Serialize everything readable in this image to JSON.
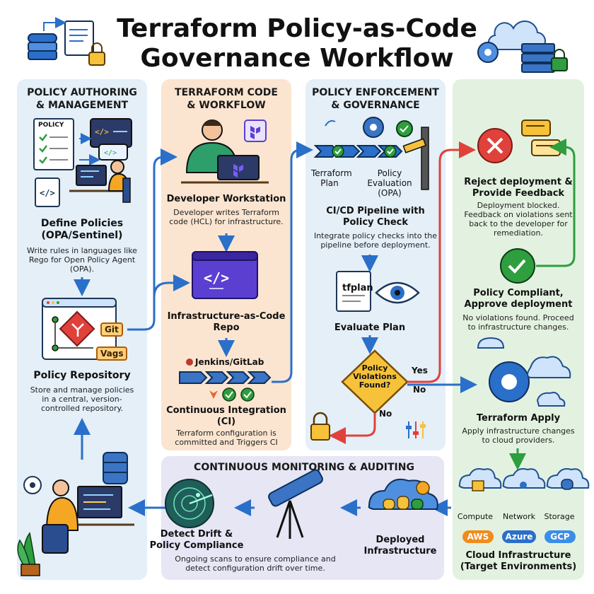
{
  "title": "Terraform Policy-as-Code Governance Workflow",
  "sections": {
    "authoring": {
      "title": "POLICY AUTHORING & MANAGEMENT",
      "policy_doc_label": "POLICY",
      "define_title": "Define Policies (OPA/Sentinel)",
      "define_desc": "Write rules in languages like Rego for Open Policy Agent (OPA).",
      "repo_title": "Policy Repository",
      "repo_desc": "Store and manage policies in a central, version-controlled repository.",
      "tag_git": "Git",
      "tag_vags": "Vags"
    },
    "code": {
      "title": "TERRAFORM CODE & WORKFLOW",
      "workstation_title": "Developer Workstation",
      "workstation_desc": "Developer writes Terraform code (HCL) for infrastructure.",
      "repo_title": "Infrastructure-as-Code Repo",
      "ci_tool_label": "Jenkins/GitLab",
      "ci_title": "Continuous Integration (CI)",
      "ci_desc": "Terraform configuration is committed and Triggers CI"
    },
    "enforcement": {
      "title": "POLICY ENFORCEMENT & GOVERNANCE",
      "step_plan": "Terraform Plan",
      "step_eval": "Policy Evaluation (OPA)",
      "pipeline_title": "CI/CD Pipeline with Policy Check",
      "pipeline_desc": "Integrate policy checks into the pipeline before deployment.",
      "tfplan_label": "tfplan",
      "evaluate_title": "Evaluate Plan",
      "decision_label": "Policy Violations Found?",
      "yes_label": "Yes",
      "no_label_1": "No",
      "no_label_2": "No"
    },
    "outcomes": {
      "reject_title": "Reject deployment & Provide Feedback",
      "reject_desc": "Deployment blocked. Feedback on violations sent back to the developer for remediation.",
      "compliant_title": "Policy Compliant, Approve deployment",
      "compliant_desc": "No violations found. Proceed to infrastructure changes.",
      "apply_title": "Terraform Apply",
      "apply_desc": "Apply infrastructure changes to cloud providers.",
      "compute_label": "Compute",
      "network_label": "Network",
      "storage_label": "Storage",
      "aws_label": "AWS",
      "azure_label": "Azure",
      "gcp_label": "GCP",
      "cloud_title": "Cloud Infrastructure (Target Environments)"
    },
    "monitoring": {
      "title": "CONTINUOUS MONITORING & AUDITING",
      "deployed_title": "Deployed Infrastructure",
      "drift_title": "Detect Drift & Policy Compliance",
      "drift_desc": "Ongoing scans to ensure compliance and detect configuration drift over time."
    }
  },
  "colors": {
    "panel_blue": "#e4eff8",
    "panel_orange": "#fbe5d0",
    "panel_green": "#e3f2e0",
    "panel_lavender": "#e6e6f5",
    "arrow_blue": "#2a6fc9",
    "reject_red": "#e0413a",
    "approve_green": "#2e9e3e",
    "decision_yellow": "#f6c23a",
    "terraform_purple": "#5b3fd1"
  }
}
